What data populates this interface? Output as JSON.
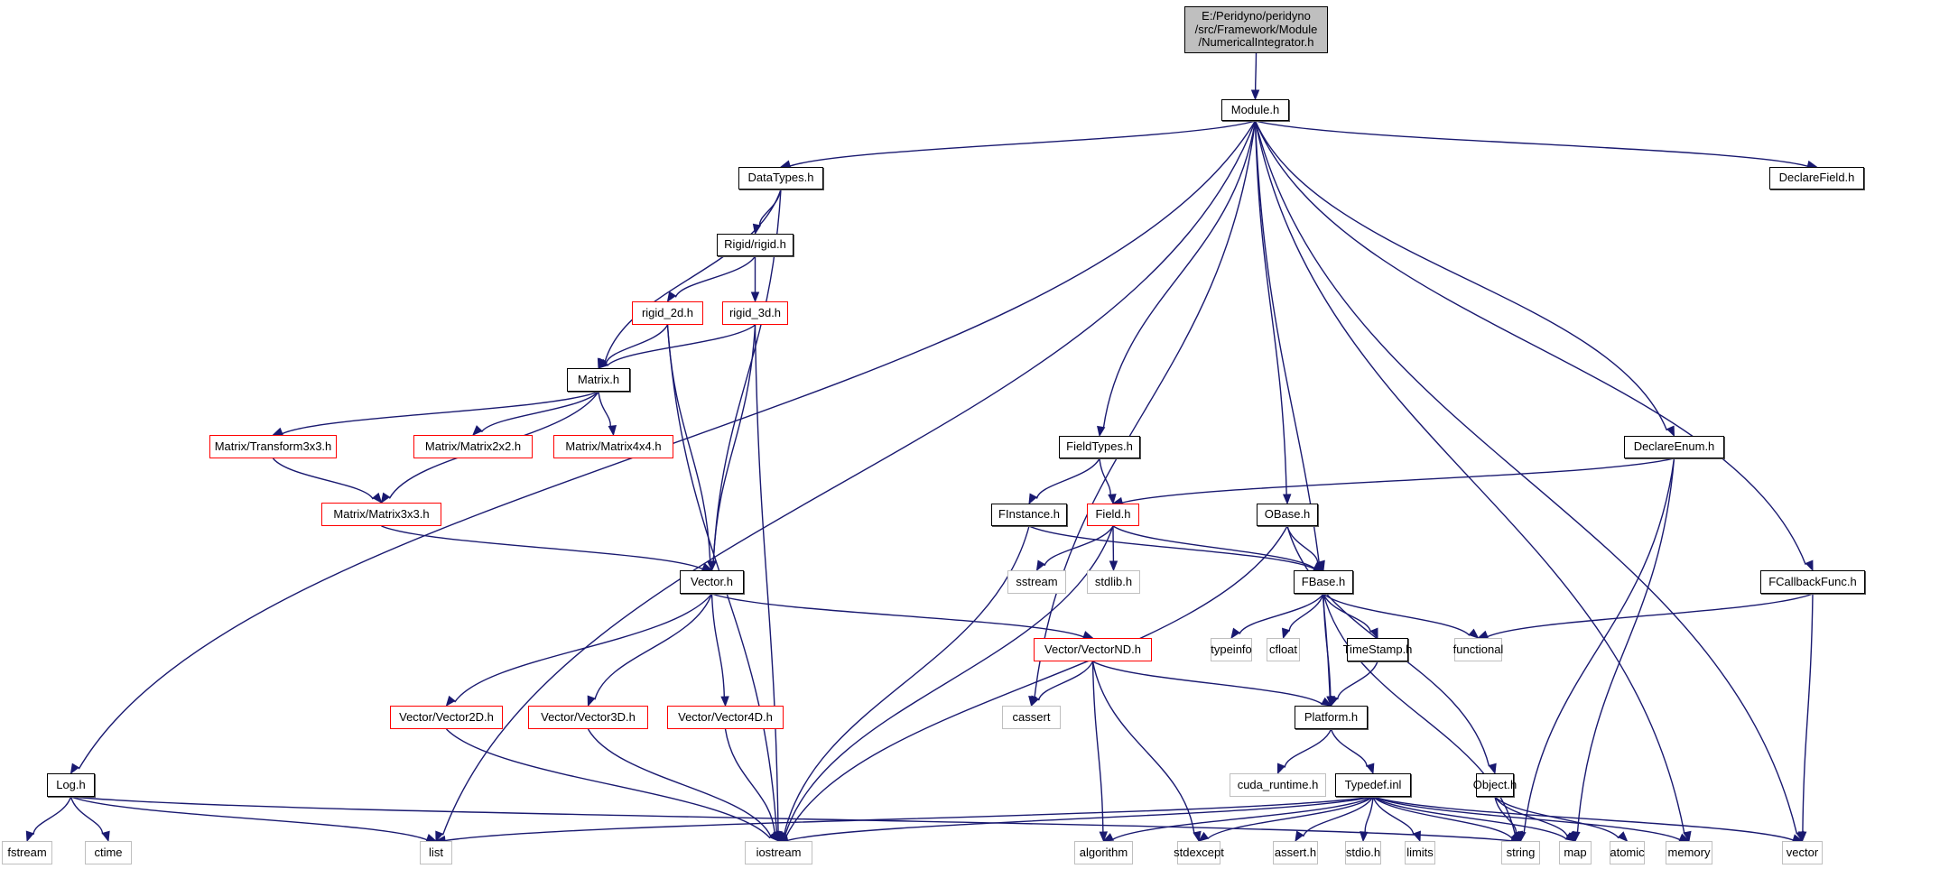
{
  "title": "E:/Peridyno/peridyno/src/Framework/Module/NumericalIntegrator.h",
  "colors": {
    "edge": "#191970",
    "root_fill": "#bfbfbf",
    "red_border": "#ff0000",
    "system_border": "#bfbfbf"
  },
  "nodes": [
    {
      "id": "root",
      "label": "E:/Peridyno/peridyno\n/src/Framework/Module\n/NumericalIntegrator.h",
      "kind": "root"
    },
    {
      "id": "module",
      "label": "Module.h",
      "kind": "normal"
    },
    {
      "id": "datatypes",
      "label": "DataTypes.h",
      "kind": "normal"
    },
    {
      "id": "declarefield",
      "label": "DeclareField.h",
      "kind": "normal"
    },
    {
      "id": "rigid",
      "label": "Rigid/rigid.h",
      "kind": "normal"
    },
    {
      "id": "rigid2d",
      "label": "rigid_2d.h",
      "kind": "red"
    },
    {
      "id": "rigid3d",
      "label": "rigid_3d.h",
      "kind": "red"
    },
    {
      "id": "matrix",
      "label": "Matrix.h",
      "kind": "normal"
    },
    {
      "id": "transform3x3",
      "label": "Matrix/Transform3x3.h",
      "kind": "red"
    },
    {
      "id": "matrix2x2",
      "label": "Matrix/Matrix2x2.h",
      "kind": "red"
    },
    {
      "id": "matrix4x4",
      "label": "Matrix/Matrix4x4.h",
      "kind": "red"
    },
    {
      "id": "matrix3x3",
      "label": "Matrix/Matrix3x3.h",
      "kind": "red"
    },
    {
      "id": "fieldtypes",
      "label": "FieldTypes.h",
      "kind": "normal"
    },
    {
      "id": "declareenum",
      "label": "DeclareEnum.h",
      "kind": "normal"
    },
    {
      "id": "finstance",
      "label": "FInstance.h",
      "kind": "normal"
    },
    {
      "id": "field",
      "label": "Field.h",
      "kind": "red"
    },
    {
      "id": "obase",
      "label": "OBase.h",
      "kind": "normal"
    },
    {
      "id": "sstream",
      "label": "sstream",
      "kind": "sys"
    },
    {
      "id": "stdlib",
      "label": "stdlib.h",
      "kind": "sys"
    },
    {
      "id": "fbase",
      "label": "FBase.h",
      "kind": "normal"
    },
    {
      "id": "fcallback",
      "label": "FCallbackFunc.h",
      "kind": "normal"
    },
    {
      "id": "vector_h",
      "label": "Vector.h",
      "kind": "normal"
    },
    {
      "id": "typeinfo",
      "label": "typeinfo",
      "kind": "sys"
    },
    {
      "id": "cfloat",
      "label": "cfloat",
      "kind": "sys"
    },
    {
      "id": "timestamp",
      "label": "TimeStamp.h",
      "kind": "normal"
    },
    {
      "id": "functional",
      "label": "functional",
      "kind": "sys"
    },
    {
      "id": "vectornd",
      "label": "Vector/VectorND.h",
      "kind": "red"
    },
    {
      "id": "vector2d",
      "label": "Vector/Vector2D.h",
      "kind": "red"
    },
    {
      "id": "vector3d",
      "label": "Vector/Vector3D.h",
      "kind": "red"
    },
    {
      "id": "vector4d",
      "label": "Vector/Vector4D.h",
      "kind": "red"
    },
    {
      "id": "cassert",
      "label": "cassert",
      "kind": "sys"
    },
    {
      "id": "platform",
      "label": "Platform.h",
      "kind": "normal"
    },
    {
      "id": "cuda",
      "label": "cuda_runtime.h",
      "kind": "sys"
    },
    {
      "id": "typedef",
      "label": "Typedef.inl",
      "kind": "normal"
    },
    {
      "id": "object",
      "label": "Object.h",
      "kind": "normal"
    },
    {
      "id": "log",
      "label": "Log.h",
      "kind": "normal"
    },
    {
      "id": "fstream",
      "label": "fstream",
      "kind": "sys"
    },
    {
      "id": "ctime",
      "label": "ctime",
      "kind": "sys"
    },
    {
      "id": "list",
      "label": "list",
      "kind": "sys"
    },
    {
      "id": "iostream",
      "label": "iostream",
      "kind": "sys"
    },
    {
      "id": "algorithm",
      "label": "algorithm",
      "kind": "sys"
    },
    {
      "id": "stdexcept",
      "label": "stdexcept",
      "kind": "sys"
    },
    {
      "id": "asserth",
      "label": "assert.h",
      "kind": "sys"
    },
    {
      "id": "stdio",
      "label": "stdio.h",
      "kind": "sys"
    },
    {
      "id": "limits",
      "label": "limits",
      "kind": "sys"
    },
    {
      "id": "string",
      "label": "string",
      "kind": "sys"
    },
    {
      "id": "map",
      "label": "map",
      "kind": "sys"
    },
    {
      "id": "atomic",
      "label": "atomic",
      "kind": "sys"
    },
    {
      "id": "memory",
      "label": "memory",
      "kind": "sys"
    },
    {
      "id": "vector",
      "label": "vector",
      "kind": "sys"
    }
  ],
  "edges": [
    [
      "root",
      "module"
    ],
    [
      "module",
      "log"
    ],
    [
      "module",
      "list"
    ],
    [
      "module",
      "datatypes"
    ],
    [
      "module",
      "cassert"
    ],
    [
      "module",
      "fieldtypes"
    ],
    [
      "module",
      "platform"
    ],
    [
      "module",
      "obase"
    ],
    [
      "module",
      "declareenum"
    ],
    [
      "module",
      "fcallback"
    ],
    [
      "module",
      "declarefield"
    ],
    [
      "module",
      "memory"
    ],
    [
      "module",
      "vector"
    ],
    [
      "datatypes",
      "rigid"
    ],
    [
      "datatypes",
      "matrix"
    ],
    [
      "datatypes",
      "vector_h"
    ],
    [
      "rigid",
      "rigid2d"
    ],
    [
      "rigid",
      "rigid3d"
    ],
    [
      "rigid2d",
      "matrix"
    ],
    [
      "rigid2d",
      "vector_h"
    ],
    [
      "rigid2d",
      "iostream"
    ],
    [
      "rigid3d",
      "matrix"
    ],
    [
      "rigid3d",
      "vector_h"
    ],
    [
      "rigid3d",
      "iostream"
    ],
    [
      "matrix",
      "transform3x3"
    ],
    [
      "matrix",
      "matrix2x2"
    ],
    [
      "matrix",
      "matrix4x4"
    ],
    [
      "matrix",
      "matrix3x3"
    ],
    [
      "transform3x3",
      "matrix3x3"
    ],
    [
      "matrix3x3",
      "vector_h"
    ],
    [
      "vector_h",
      "vector2d"
    ],
    [
      "vector_h",
      "vector3d"
    ],
    [
      "vector_h",
      "vector4d"
    ],
    [
      "vector_h",
      "vectornd"
    ],
    [
      "vector2d",
      "iostream"
    ],
    [
      "vector3d",
      "iostream"
    ],
    [
      "vector4d",
      "iostream"
    ],
    [
      "vectornd",
      "cassert"
    ],
    [
      "vectornd",
      "platform"
    ],
    [
      "vectornd",
      "algorithm"
    ],
    [
      "vectornd",
      "stdexcept"
    ],
    [
      "fieldtypes",
      "finstance"
    ],
    [
      "fieldtypes",
      "field"
    ],
    [
      "finstance",
      "fbase"
    ],
    [
      "finstance",
      "iostream"
    ],
    [
      "field",
      "fbase"
    ],
    [
      "field",
      "sstream"
    ],
    [
      "field",
      "stdlib"
    ],
    [
      "field",
      "iostream"
    ],
    [
      "declareenum",
      "field"
    ],
    [
      "declareenum",
      "string"
    ],
    [
      "declareenum",
      "map"
    ],
    [
      "obase",
      "fbase"
    ],
    [
      "obase",
      "iostream"
    ],
    [
      "obase",
      "object"
    ],
    [
      "fbase",
      "typeinfo"
    ],
    [
      "fbase",
      "cfloat"
    ],
    [
      "fbase",
      "timestamp"
    ],
    [
      "fbase",
      "functional"
    ],
    [
      "fbase",
      "platform"
    ],
    [
      "fbase",
      "string"
    ],
    [
      "timestamp",
      "platform"
    ],
    [
      "fcallback",
      "functional"
    ],
    [
      "fcallback",
      "vector"
    ],
    [
      "platform",
      "cuda"
    ],
    [
      "platform",
      "typedef"
    ],
    [
      "typedef",
      "list"
    ],
    [
      "typedef",
      "iostream"
    ],
    [
      "typedef",
      "algorithm"
    ],
    [
      "typedef",
      "stdexcept"
    ],
    [
      "typedef",
      "asserth"
    ],
    [
      "typedef",
      "stdio"
    ],
    [
      "typedef",
      "limits"
    ],
    [
      "typedef",
      "string"
    ],
    [
      "typedef",
      "map"
    ],
    [
      "typedef",
      "memory"
    ],
    [
      "typedef",
      "vector"
    ],
    [
      "object",
      "string"
    ],
    [
      "object",
      "map"
    ],
    [
      "object",
      "atomic"
    ],
    [
      "log",
      "fstream"
    ],
    [
      "log",
      "ctime"
    ],
    [
      "log",
      "list"
    ],
    [
      "log",
      "string"
    ]
  ]
}
